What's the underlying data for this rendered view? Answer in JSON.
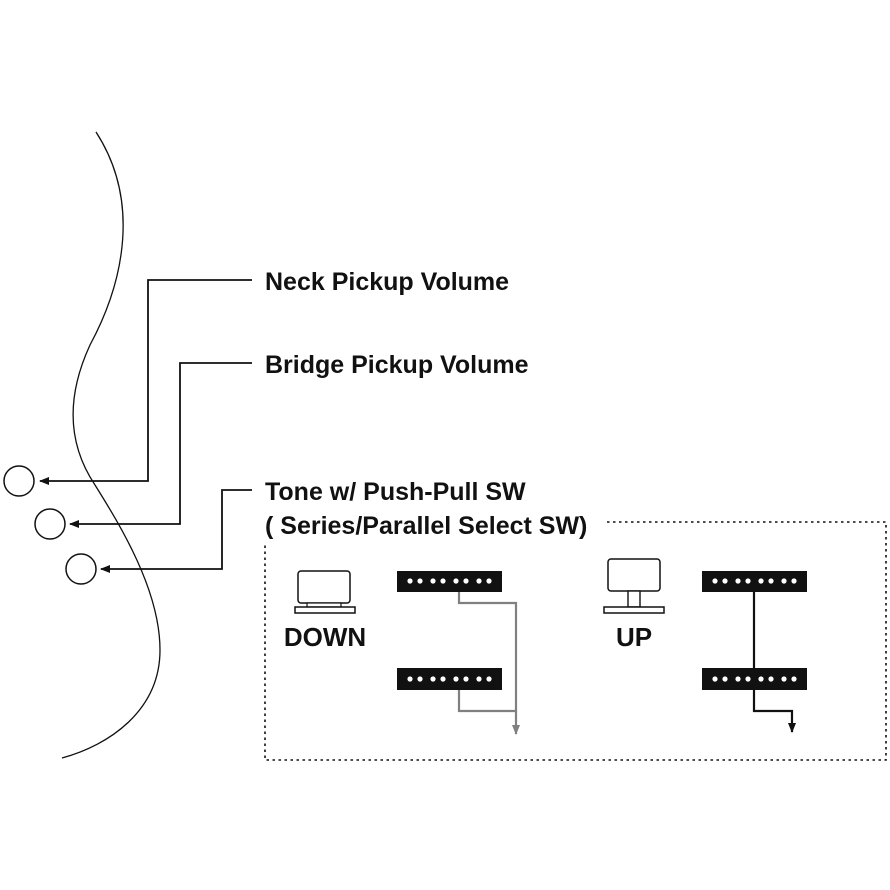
{
  "labels": {
    "neck_volume": "Neck Pickup Volume",
    "bridge_volume": "Bridge Pickup Volume",
    "tone_line1": "Tone w/ Push-Pull SW",
    "tone_line2": "( Series/Parallel Select SW)"
  },
  "switch_states": {
    "down": "DOWN",
    "up": "UP"
  },
  "colors": {
    "ink": "#111111",
    "series_wire": "#808080",
    "parallel_wire": "#111111"
  }
}
